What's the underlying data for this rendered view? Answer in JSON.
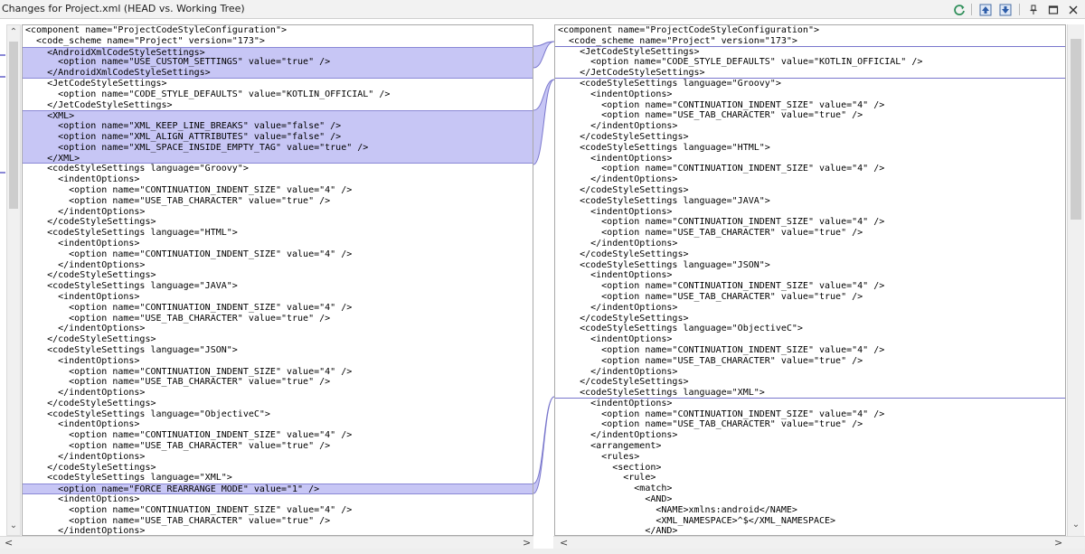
{
  "window": {
    "title": "Changes for Project.xml (HEAD vs. Working Tree)"
  },
  "colors": {
    "changed_bg": "#c7c6f5",
    "changed_border": "#8a88d6",
    "connector": "#7976cc"
  },
  "toolbar": {
    "icons": [
      "refresh-icon",
      "previous-change-icon",
      "next-change-icon",
      "pin-icon",
      "maximize-icon",
      "close-icon"
    ]
  },
  "left_pane": {
    "lines": [
      {
        "text": "<component name=\"ProjectCodeStyleConfiguration\">"
      },
      {
        "text": "  <code_scheme name=\"Project\" version=\"173\">"
      },
      {
        "text": "    <AndroidXmlCodeStyleSettings>",
        "hl": "start"
      },
      {
        "text": "      <option name=\"USE_CUSTOM_SETTINGS\" value=\"true\" />",
        "hl": "mid"
      },
      {
        "text": "    </AndroidXmlCodeStyleSettings>",
        "hl": "end"
      },
      {
        "text": "    <JetCodeStyleSettings>"
      },
      {
        "text": "      <option name=\"CODE_STYLE_DEFAULTS\" value=\"KOTLIN_OFFICIAL\" />"
      },
      {
        "text": "    </JetCodeStyleSettings>"
      },
      {
        "text": "    <XML>",
        "hl": "start"
      },
      {
        "text": "      <option name=\"XML_KEEP_LINE_BREAKS\" value=\"false\" />",
        "hl": "mid"
      },
      {
        "text": "      <option name=\"XML_ALIGN_ATTRIBUTES\" value=\"false\" />",
        "hl": "mid"
      },
      {
        "text": "      <option name=\"XML_SPACE_INSIDE_EMPTY_TAG\" value=\"true\" />",
        "hl": "mid"
      },
      {
        "text": "    </XML>",
        "hl": "end"
      },
      {
        "text": "    <codeStyleSettings language=\"Groovy\">"
      },
      {
        "text": "      <indentOptions>"
      },
      {
        "text": "        <option name=\"CONTINUATION_INDENT_SIZE\" value=\"4\" />"
      },
      {
        "text": "        <option name=\"USE_TAB_CHARACTER\" value=\"true\" />"
      },
      {
        "text": "      </indentOptions>"
      },
      {
        "text": "    </codeStyleSettings>"
      },
      {
        "text": "    <codeStyleSettings language=\"HTML\">"
      },
      {
        "text": "      <indentOptions>"
      },
      {
        "text": "        <option name=\"CONTINUATION_INDENT_SIZE\" value=\"4\" />"
      },
      {
        "text": "      </indentOptions>"
      },
      {
        "text": "    </codeStyleSettings>"
      },
      {
        "text": "    <codeStyleSettings language=\"JAVA\">"
      },
      {
        "text": "      <indentOptions>"
      },
      {
        "text": "        <option name=\"CONTINUATION_INDENT_SIZE\" value=\"4\" />"
      },
      {
        "text": "        <option name=\"USE_TAB_CHARACTER\" value=\"true\" />"
      },
      {
        "text": "      </indentOptions>"
      },
      {
        "text": "    </codeStyleSettings>"
      },
      {
        "text": "    <codeStyleSettings language=\"JSON\">"
      },
      {
        "text": "      <indentOptions>"
      },
      {
        "text": "        <option name=\"CONTINUATION_INDENT_SIZE\" value=\"4\" />"
      },
      {
        "text": "        <option name=\"USE_TAB_CHARACTER\" value=\"true\" />"
      },
      {
        "text": "      </indentOptions>"
      },
      {
        "text": "    </codeStyleSettings>"
      },
      {
        "text": "    <codeStyleSettings language=\"ObjectiveC\">"
      },
      {
        "text": "      <indentOptions>"
      },
      {
        "text": "        <option name=\"CONTINUATION_INDENT_SIZE\" value=\"4\" />"
      },
      {
        "text": "        <option name=\"USE_TAB_CHARACTER\" value=\"true\" />"
      },
      {
        "text": "      </indentOptions>"
      },
      {
        "text": "    </codeStyleSettings>"
      },
      {
        "text": "    <codeStyleSettings language=\"XML\">"
      },
      {
        "text": "      <option name=\"FORCE_REARRANGE_MODE\" value=\"1\" />",
        "hl": "single"
      },
      {
        "text": "      <indentOptions>"
      },
      {
        "text": "        <option name=\"CONTINUATION_INDENT_SIZE\" value=\"4\" />"
      },
      {
        "text": "        <option name=\"USE_TAB_CHARACTER\" value=\"true\" />"
      },
      {
        "text": "      </indentOptions>"
      }
    ]
  },
  "right_pane": {
    "lines": [
      {
        "text": "<component name=\"ProjectCodeStyleConfiguration\">"
      },
      {
        "text": "  <code_scheme name=\"Project\" version=\"173\">",
        "marker": true
      },
      {
        "text": "    <JetCodeStyleSettings>"
      },
      {
        "text": "      <option name=\"CODE_STYLE_DEFAULTS\" value=\"KOTLIN_OFFICIAL\" />"
      },
      {
        "text": "    </JetCodeStyleSettings>",
        "marker": true
      },
      {
        "text": "    <codeStyleSettings language=\"Groovy\">"
      },
      {
        "text": "      <indentOptions>"
      },
      {
        "text": "        <option name=\"CONTINUATION_INDENT_SIZE\" value=\"4\" />"
      },
      {
        "text": "        <option name=\"USE_TAB_CHARACTER\" value=\"true\" />"
      },
      {
        "text": "      </indentOptions>"
      },
      {
        "text": "    </codeStyleSettings>"
      },
      {
        "text": "    <codeStyleSettings language=\"HTML\">"
      },
      {
        "text": "      <indentOptions>"
      },
      {
        "text": "        <option name=\"CONTINUATION_INDENT_SIZE\" value=\"4\" />"
      },
      {
        "text": "      </indentOptions>"
      },
      {
        "text": "    </codeStyleSettings>"
      },
      {
        "text": "    <codeStyleSettings language=\"JAVA\">"
      },
      {
        "text": "      <indentOptions>"
      },
      {
        "text": "        <option name=\"CONTINUATION_INDENT_SIZE\" value=\"4\" />"
      },
      {
        "text": "        <option name=\"USE_TAB_CHARACTER\" value=\"true\" />"
      },
      {
        "text": "      </indentOptions>"
      },
      {
        "text": "    </codeStyleSettings>"
      },
      {
        "text": "    <codeStyleSettings language=\"JSON\">"
      },
      {
        "text": "      <indentOptions>"
      },
      {
        "text": "        <option name=\"CONTINUATION_INDENT_SIZE\" value=\"4\" />"
      },
      {
        "text": "        <option name=\"USE_TAB_CHARACTER\" value=\"true\" />"
      },
      {
        "text": "      </indentOptions>"
      },
      {
        "text": "    </codeStyleSettings>"
      },
      {
        "text": "    <codeStyleSettings language=\"ObjectiveC\">"
      },
      {
        "text": "      <indentOptions>"
      },
      {
        "text": "        <option name=\"CONTINUATION_INDENT_SIZE\" value=\"4\" />"
      },
      {
        "text": "        <option name=\"USE_TAB_CHARACTER\" value=\"true\" />"
      },
      {
        "text": "      </indentOptions>"
      },
      {
        "text": "    </codeStyleSettings>"
      },
      {
        "text": "    <codeStyleSettings language=\"XML\">",
        "marker": true
      },
      {
        "text": "      <indentOptions>"
      },
      {
        "text": "        <option name=\"CONTINUATION_INDENT_SIZE\" value=\"4\" />"
      },
      {
        "text": "        <option name=\"USE_TAB_CHARACTER\" value=\"true\" />"
      },
      {
        "text": "      </indentOptions>"
      },
      {
        "text": "      <arrangement>"
      },
      {
        "text": "        <rules>"
      },
      {
        "text": "          <section>"
      },
      {
        "text": "            <rule>"
      },
      {
        "text": "              <match>"
      },
      {
        "text": "                <AND>"
      },
      {
        "text": "                  <NAME>xmlns:android</NAME>"
      },
      {
        "text": "                  <XML_NAMESPACE>^$</XML_NAMESPACE>"
      },
      {
        "text": "                </AND>"
      }
    ]
  }
}
